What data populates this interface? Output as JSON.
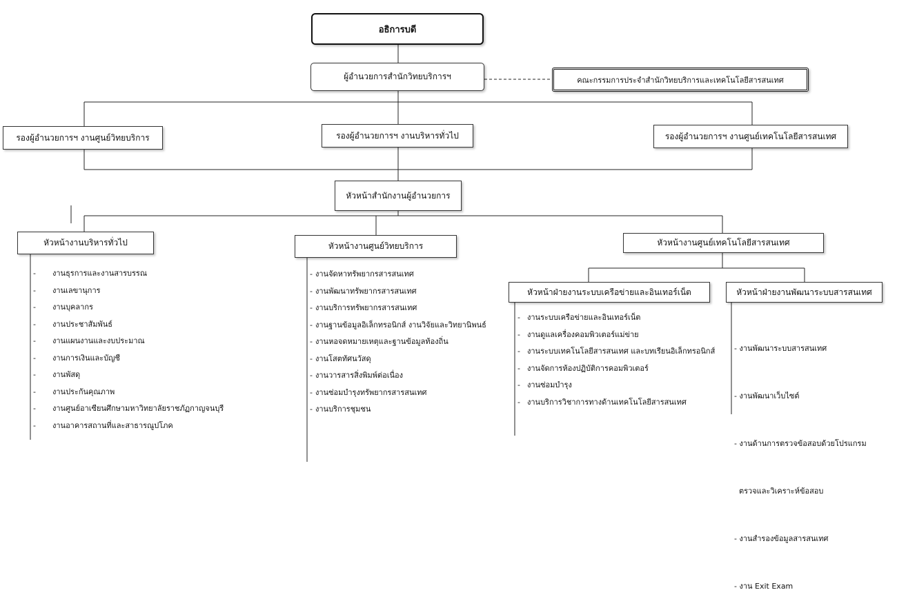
{
  "boxes": {
    "president": "อธิการบดี",
    "director": "ผู้อำนวยการสำนักวิทยบริการฯ",
    "committee": "คณะกรรมการประจำสำนักวิทยบริการและเทคโนโลยีสารสนเทศ",
    "deputy_library": "รองผู้อำนวยการฯ งานศูนย์วิทยบริการ",
    "deputy_admin": "รองผู้อำนวยการฯ งานบริหารทั่วไป",
    "deputy_it": "รองผู้อำนวยการฯ งานศูนย์เทคโนโลยีสารสนเทศ",
    "office_head": "หัวหน้าสำนักงานผู้อำนวยการ",
    "head_admin": "หัวหน้างานบริหารทั่วไป",
    "head_library": "หัวหน้างานศูนย์วิทยบริการ",
    "head_it": "หัวหน้างานศูนย์เทคโนโลยีสารสนเทศ",
    "head_network": "หัวหน้าฝ่ายงานระบบเครือข่ายและอินเทอร์เน็ต",
    "head_infosys": "หัวหน้าฝ่ายงานพัฒนาระบบสารสนเทศ"
  },
  "lists": {
    "admin": [
      "งานธุรการและงานสารบรรณ",
      "งานเลขานุการ",
      "งานบุคลากร",
      "งานประชาสัมพันธ์",
      "งานแผนงานและงบประมาณ",
      "งานการเงินและบัญชี",
      "งานพัสดุ",
      "งานประกันคุณภาพ",
      "งานศูนย์อาเซียนศึกษามหาวิทยาลัยราชภัฏกาญจนบุรี",
      "งานอาคารสถานที่และสาธารณูปโภค"
    ],
    "library": [
      "งานจัดหาทรัพยากรสารสนเทศ",
      "งานพัฒนาทรัพยากรสารสนเทศ",
      "งานบริการทรัพยากรสารสนเทศ",
      "งานฐานข้อมูลอิเล็กทรอนิกส์ งานวิจัยและวิทยานิพนธ์",
      "งานหอจดหมายเหตุและฐานข้อมูลท้องถิ่น",
      "งานโสตทัศนวัสดุ",
      "งานวารสารสิ่งพิมพ์ต่อเนื่อง",
      "งานซ่อมบำรุงทรัพยากรสารสนเทศ",
      "งานบริการชุมชน"
    ],
    "network": [
      "งานระบบเครือข่ายและอินเทอร์เน็ต",
      "งานดูแลเครื่องคอมพิวเตอร์แม่ข่าย",
      "งานระบบเทคโนโลยีสารสนเทศ และบทเรียนอิเล็กทรอนิกส์",
      "งานจัดการห้องปฏิบัติการคอมพิวเตอร์",
      "งานซ่อมบำรุง",
      "งานบริการวิชาการทางด้านเทคโนโลยีสารสนเทศ"
    ],
    "infosys": [
      "- งานพัฒนาระบบสารสนเทศ",
      "- งานพัฒนาเว็บไซต์",
      "- งานด้านการตรวจข้อสอบด้วยโปรแกรม",
      "  ตรวจและวิเคราะห์ข้อสอบ",
      "- งานสำรองข้อมูลสารสนเทศ",
      "- งาน Exit Exam"
    ]
  }
}
